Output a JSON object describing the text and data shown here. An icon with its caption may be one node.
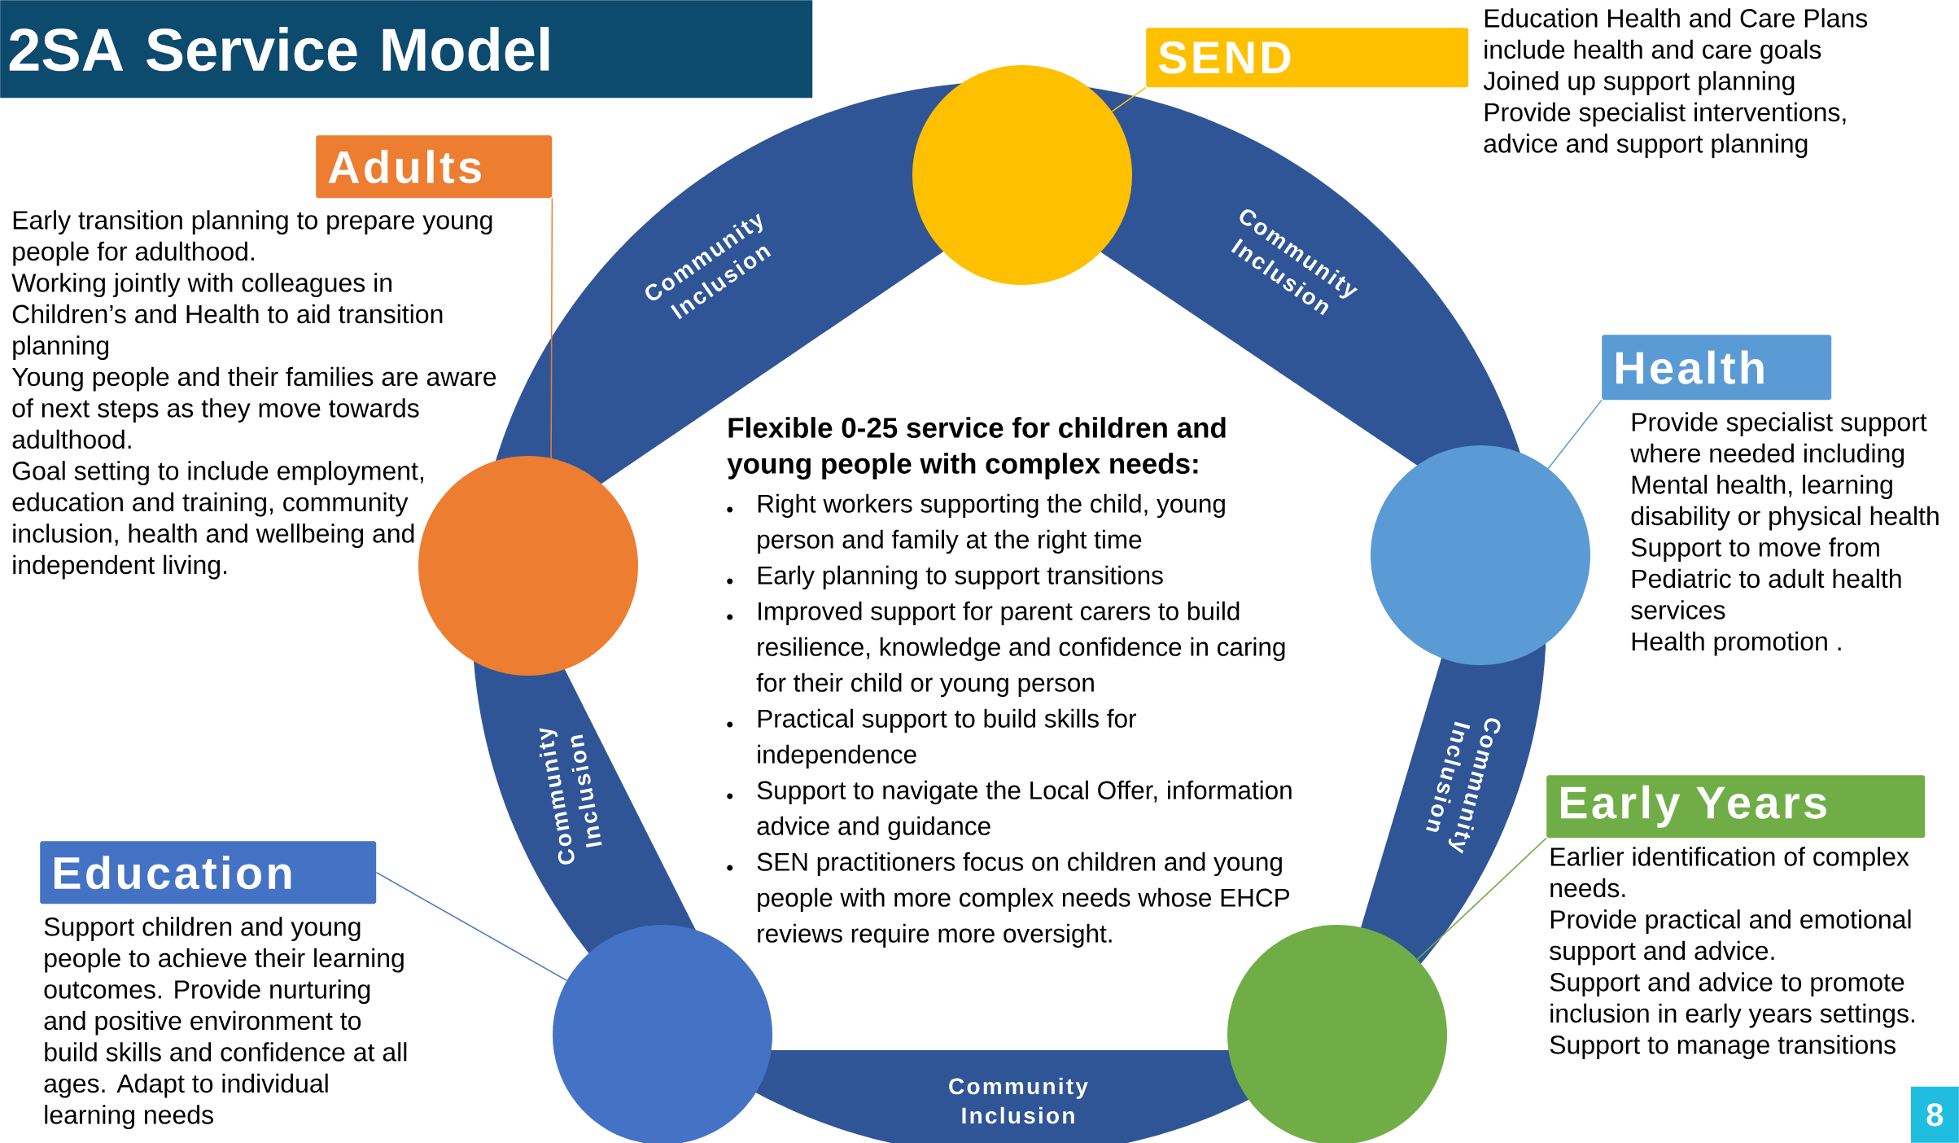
{
  "diagram": {
    "title": "2SA Service Model",
    "nodes": [
      {
        "text": [
          "SEND"
        ],
        "beside": [
          "Education Health and Care Plans include health and care goals",
          "Joined up support planning",
          "Provide specialist interventions, advice and support planning"
        ]
      },
      {
        "text": [],
        "shape": "circle"
      },
      {
        "text": [
          "Adults"
        ],
        "beside": [
          "Early transition planning to prepare young people for adulthood.",
          "Working jointly with colleagues in Children’s and Health to aid transition planning",
          "Young people and their families are aware of next steps as they move towards adulthood.",
          "Goal setting to include employment, education and training, community inclusion, health and wellbeing and independent living."
        ]
      },
      {
        "text": [
          "Health"
        ],
        "beside": [
          "Provide specialist support where needed including Mental health, learning disability or physical health",
          "Support to move from Pediatric to adult health services",
          "Health promotion ."
        ]
      },
      {
        "text": [],
        "shape": "circle"
      },
      {
        "text": [],
        "shape": "circle"
      },
      {
        "text": [
          "Early Years"
        ],
        "beside": [
          "Earlier identification of complex needs.",
          "Provide practical and emotional support and advice.",
          "Support and advice to promote inclusion in early years settings.",
          "Support to manage transitions"
        ]
      },
      {
        "text": [
          "Education"
        ],
        "beside": [
          "Support children and young people to achieve their learning outcomes. Provide nurturing and positive environment to build skills and confidence at all ages. Adapt to individual learning needs"
        ]
      },
      {
        "text": [],
        "shape": "circle"
      },
      {
        "text": [],
        "shape": "circle"
      }
    ],
    "edges": [
      {
        "from": 0,
        "to": 1,
        "arrow": "none",
        "color": "#ffc000"
      },
      {
        "from": 2,
        "to": 4,
        "arrow": "none",
        "color": "#ed7d31"
      },
      {
        "from": 3,
        "to": 5,
        "arrow": "none",
        "color": "#5b9bd5"
      },
      {
        "from": 6,
        "to": 9,
        "arrow": "none",
        "color": "#70ad47"
      },
      {
        "from": 7,
        "to": 8,
        "arrow": "none",
        "color": "#4472c4"
      }
    ],
    "labels": [
      "Flexible 0-25 service for children and young people with complex needs:",
      "Right workers supporting the child, young person and family at the right time",
      "Early planning to support transitions",
      "Improved support for parent carers to build resilience, knowledge and confidence in caring for their child or young person",
      "Practical support to build skills for independence",
      "Support to navigate the Local Offer, information advice and guidance",
      "SEN practitioners focus on children and young people with more complex needs whose EHCP reviews require more oversight.",
      "Community Inclusion",
      "Community Inclusion",
      "Community Inclusion",
      "Community Inclusion",
      "Community Inclusion",
      "8"
    ]
  }
}
